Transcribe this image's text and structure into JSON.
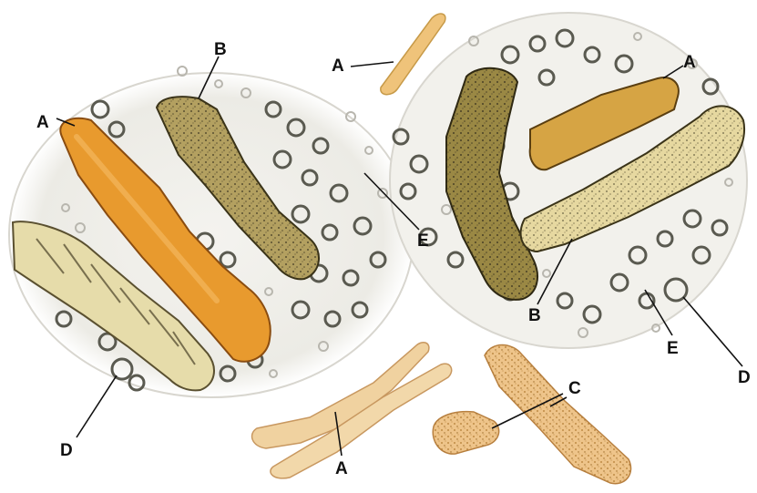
{
  "labels": {
    "a_top_center": "A",
    "a_left": "A",
    "a_right": "A",
    "a_bottom": "A",
    "b_left": "B",
    "b_right": "B",
    "c_bottom": "C",
    "d_left": "D",
    "d_right": "D",
    "e_left": "E",
    "e_right": "E"
  },
  "colors": {
    "waxy_cast": "#e89a2e",
    "granular_cast": "#8a7a3a",
    "hyaline_cast": "#e9c98a",
    "cell_stain": "#5a5a50",
    "field_bg": "#f3f2ee"
  }
}
